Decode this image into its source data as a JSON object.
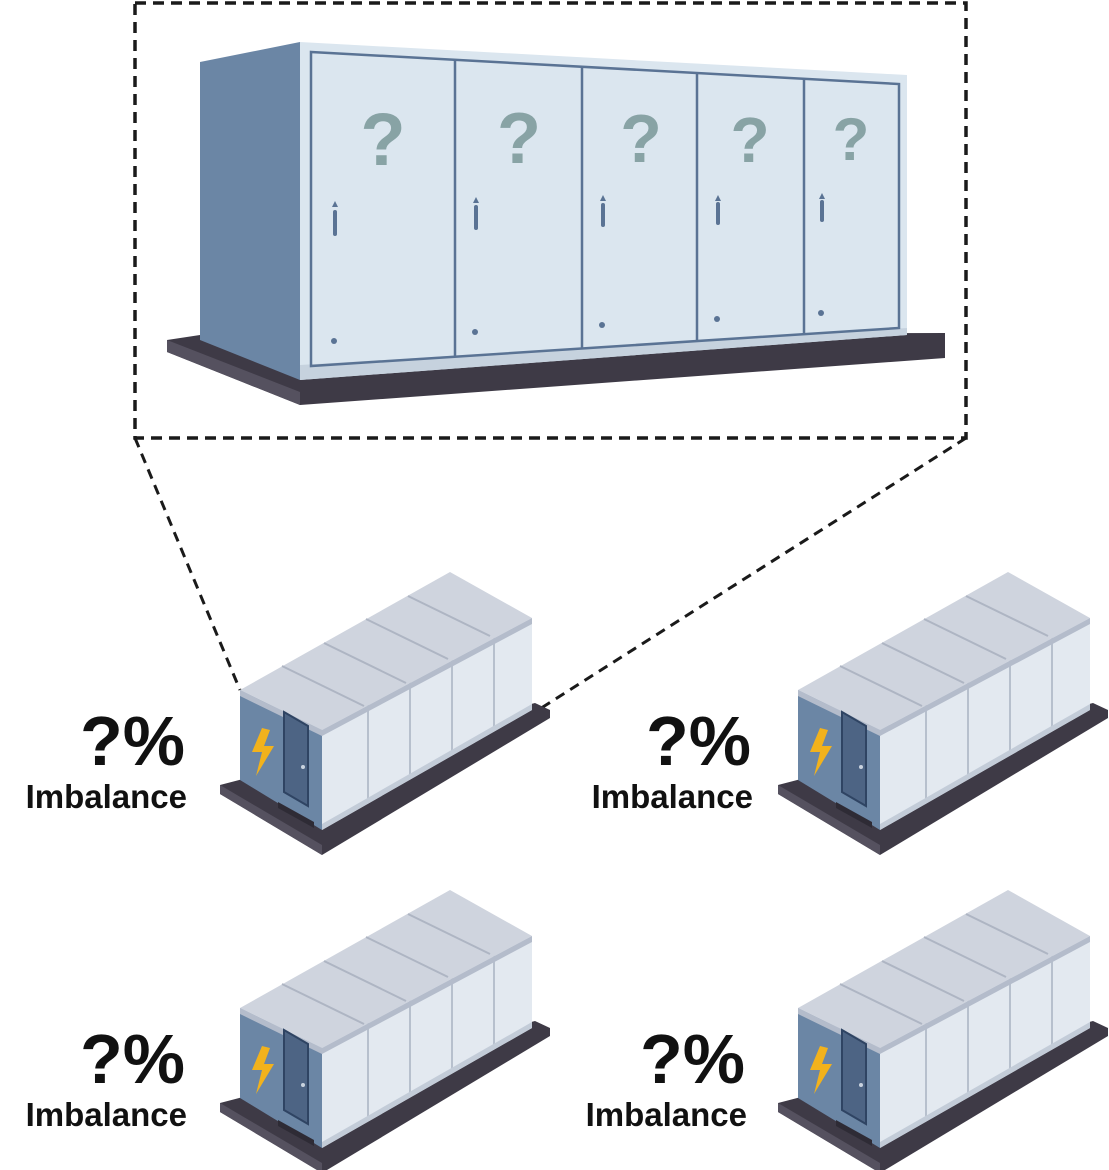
{
  "colors": {
    "front_panel": "#dbe6ef",
    "panel_border": "#5a7394",
    "side_panel": "#6b86a5",
    "question_mark": "#88a3a5",
    "base_dark": "#3e3a46",
    "roof": "#cfd4de",
    "bolt": "#f2b21c",
    "dash_line": "#1a1a1a"
  },
  "detail_view": {
    "panels": [
      {
        "symbol": "?"
      },
      {
        "symbol": "?"
      },
      {
        "symbol": "?"
      },
      {
        "symbol": "?"
      },
      {
        "symbol": "?"
      }
    ]
  },
  "containers": [
    {
      "value": "?%",
      "label": "Imbalance",
      "icon": "lightning-bolt-icon"
    },
    {
      "value": "?%",
      "label": "Imbalance",
      "icon": "lightning-bolt-icon"
    },
    {
      "value": "?%",
      "label": "Imbalance",
      "icon": "lightning-bolt-icon"
    },
    {
      "value": "?%",
      "label": "Imbalance",
      "icon": "lightning-bolt-icon"
    }
  ]
}
